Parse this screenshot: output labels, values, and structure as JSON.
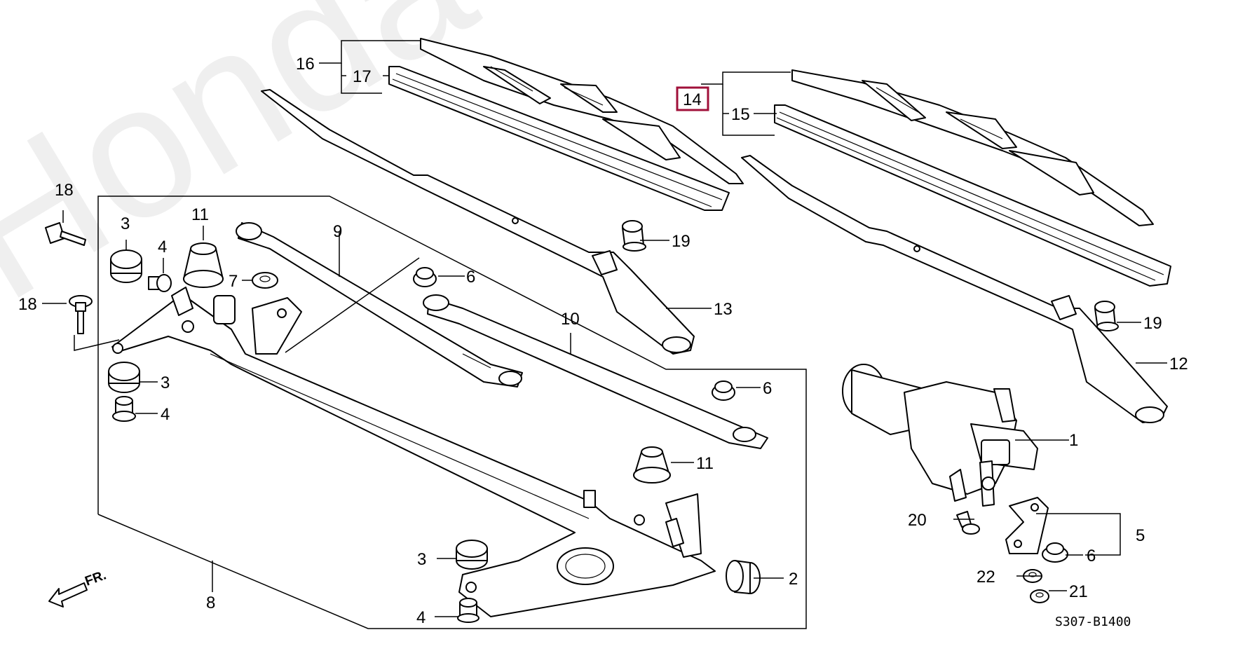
{
  "diagram": {
    "watermark": "HondaCarMine.ru",
    "diagram_code": "S307-B1400",
    "direction_label": "FR.",
    "highlighted_part": "14",
    "callouts": {
      "c1": "1",
      "c2": "2",
      "c3a": "3",
      "c3b": "3",
      "c3c": "3",
      "c4a": "4",
      "c4b": "4",
      "c4c": "4",
      "c5": "5",
      "c6a": "6",
      "c6b": "6",
      "c6c": "6",
      "c7": "7",
      "c8": "8",
      "c9": "9",
      "c10": "10",
      "c11a": "11",
      "c11b": "11",
      "c12": "12",
      "c13": "13",
      "c14": "14",
      "c15": "15",
      "c16": "16",
      "c17": "17",
      "c18a": "18",
      "c18b": "18",
      "c19a": "19",
      "c19b": "19",
      "c20": "20",
      "c21": "21",
      "c22": "22"
    }
  }
}
